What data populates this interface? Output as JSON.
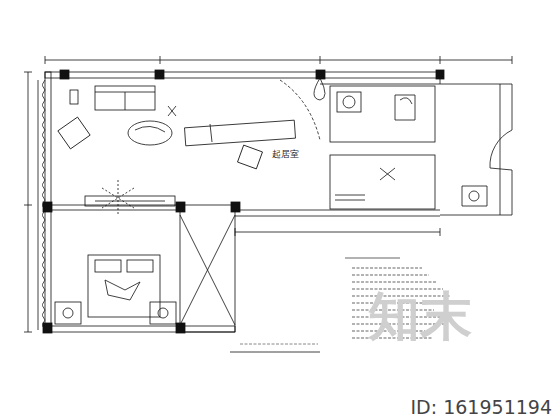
{
  "diagram": {
    "labels": [
      "起居室",
      "知末",
      "ID: 161951194"
    ]
  }
}
